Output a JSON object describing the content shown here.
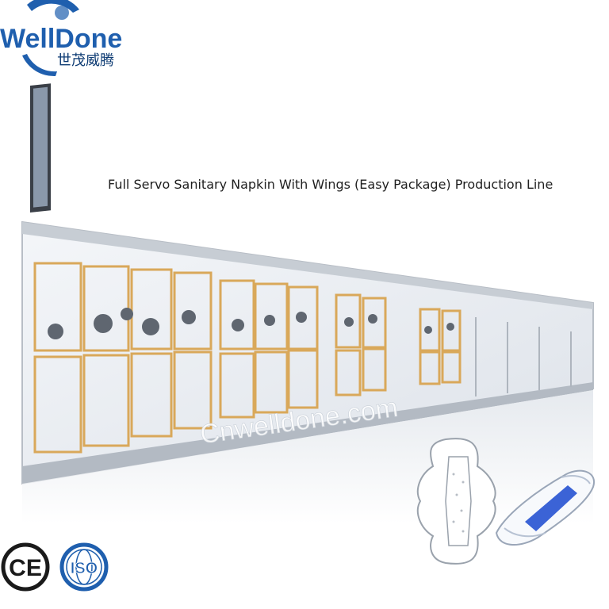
{
  "logo": {
    "brand": "WellDone",
    "chinese": "世茂威腾",
    "colors": {
      "blue": "#1f5fae",
      "dark": "#0d3b73"
    }
  },
  "headline": "Full Servo Sanitary Napkin With Wings (Easy Package) Production Line",
  "watermark": "Cnwelldone.com",
  "badges": {
    "ce": "CE",
    "iso": "ISO"
  },
  "colors": {
    "frame": "#d9a85a",
    "metal": "#b8bec6",
    "glass": "#e9edf2",
    "pad": "#3b63d6"
  }
}
